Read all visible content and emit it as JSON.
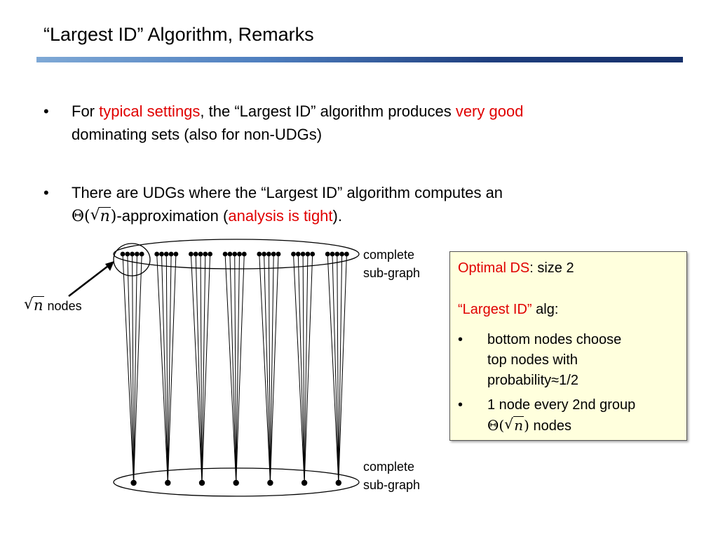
{
  "slide": {
    "title": "“Largest ID” Algorithm, Remarks",
    "bullets": [
      {
        "marker": "•",
        "parts": [
          "For ",
          "typical settings",
          ", the “Largest ID” algorithm produces ",
          "very good"
        ],
        "line2": "dominating sets (also for non-UDGs)"
      },
      {
        "marker": "•",
        "line1": "There are UDGs where the “Largest ID” algorithm computes an",
        "theta": "Θ(",
        "sqrt_sym": "√",
        "n": "n",
        "close": ")",
        "parts2": [
          "-approximation (",
          "analysis is tight",
          ")."
        ]
      }
    ]
  },
  "diagram": {
    "top_label": [
      "complete",
      "sub-graph"
    ],
    "bottom_label": [
      "complete",
      "sub-graph"
    ],
    "sqrt_sym": "√",
    "n": "n",
    "nodes_label": " nodes",
    "groups": 7,
    "nodes_per_group": 5
  },
  "info_box": {
    "optimal_label": "Optimal DS",
    "optimal_rest": ": size 2",
    "largest_label": "“Largest ID”",
    "largest_rest": " alg:",
    "items": [
      {
        "marker": "•",
        "lines": [
          "bottom nodes choose",
          "top nodes with",
          "probability≈1/2"
        ]
      },
      {
        "marker": "•",
        "line1": "1 node every 2nd group",
        "theta": "Θ(",
        "sqrt_sym": "√",
        "n": "n",
        "close": ")",
        "rest": " nodes"
      }
    ]
  },
  "colors": {
    "emphasis": "#e00000",
    "box_bg": "#ffffdd",
    "rule_dark": "#16306a"
  }
}
